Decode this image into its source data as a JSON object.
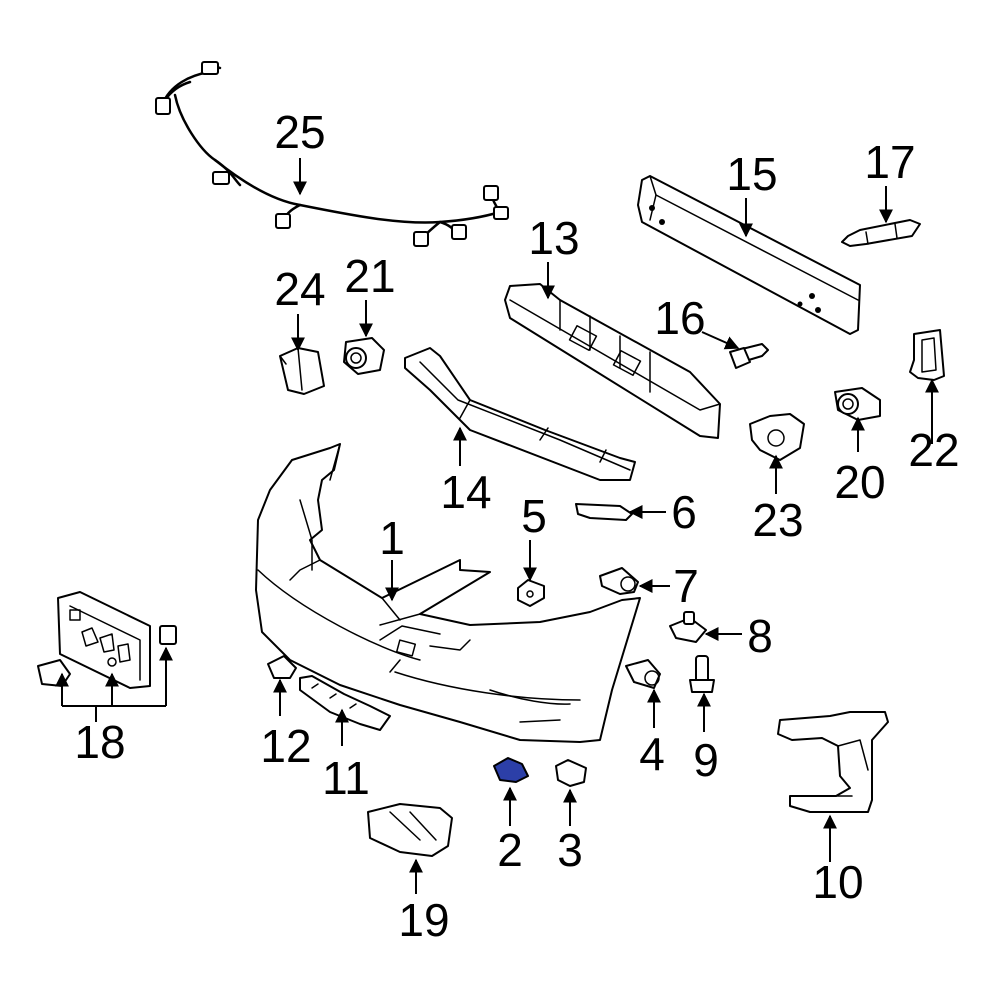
{
  "diagram": {
    "highlight_color": "#2c3fa8",
    "callouts": [
      {
        "id": "1",
        "label": "1"
      },
      {
        "id": "2",
        "label": "2"
      },
      {
        "id": "3",
        "label": "3"
      },
      {
        "id": "4",
        "label": "4"
      },
      {
        "id": "5",
        "label": "5"
      },
      {
        "id": "6",
        "label": "6"
      },
      {
        "id": "7",
        "label": "7"
      },
      {
        "id": "8",
        "label": "8"
      },
      {
        "id": "9",
        "label": "9"
      },
      {
        "id": "10",
        "label": "10"
      },
      {
        "id": "11",
        "label": "11"
      },
      {
        "id": "12",
        "label": "12"
      },
      {
        "id": "13",
        "label": "13"
      },
      {
        "id": "14",
        "label": "14"
      },
      {
        "id": "15",
        "label": "15"
      },
      {
        "id": "16",
        "label": "16"
      },
      {
        "id": "17",
        "label": "17"
      },
      {
        "id": "18",
        "label": "18"
      },
      {
        "id": "19",
        "label": "19"
      },
      {
        "id": "20",
        "label": "20"
      },
      {
        "id": "21",
        "label": "21"
      },
      {
        "id": "22",
        "label": "22"
      },
      {
        "id": "23",
        "label": "23"
      },
      {
        "id": "24",
        "label": "24"
      },
      {
        "id": "25",
        "label": "25"
      }
    ]
  }
}
